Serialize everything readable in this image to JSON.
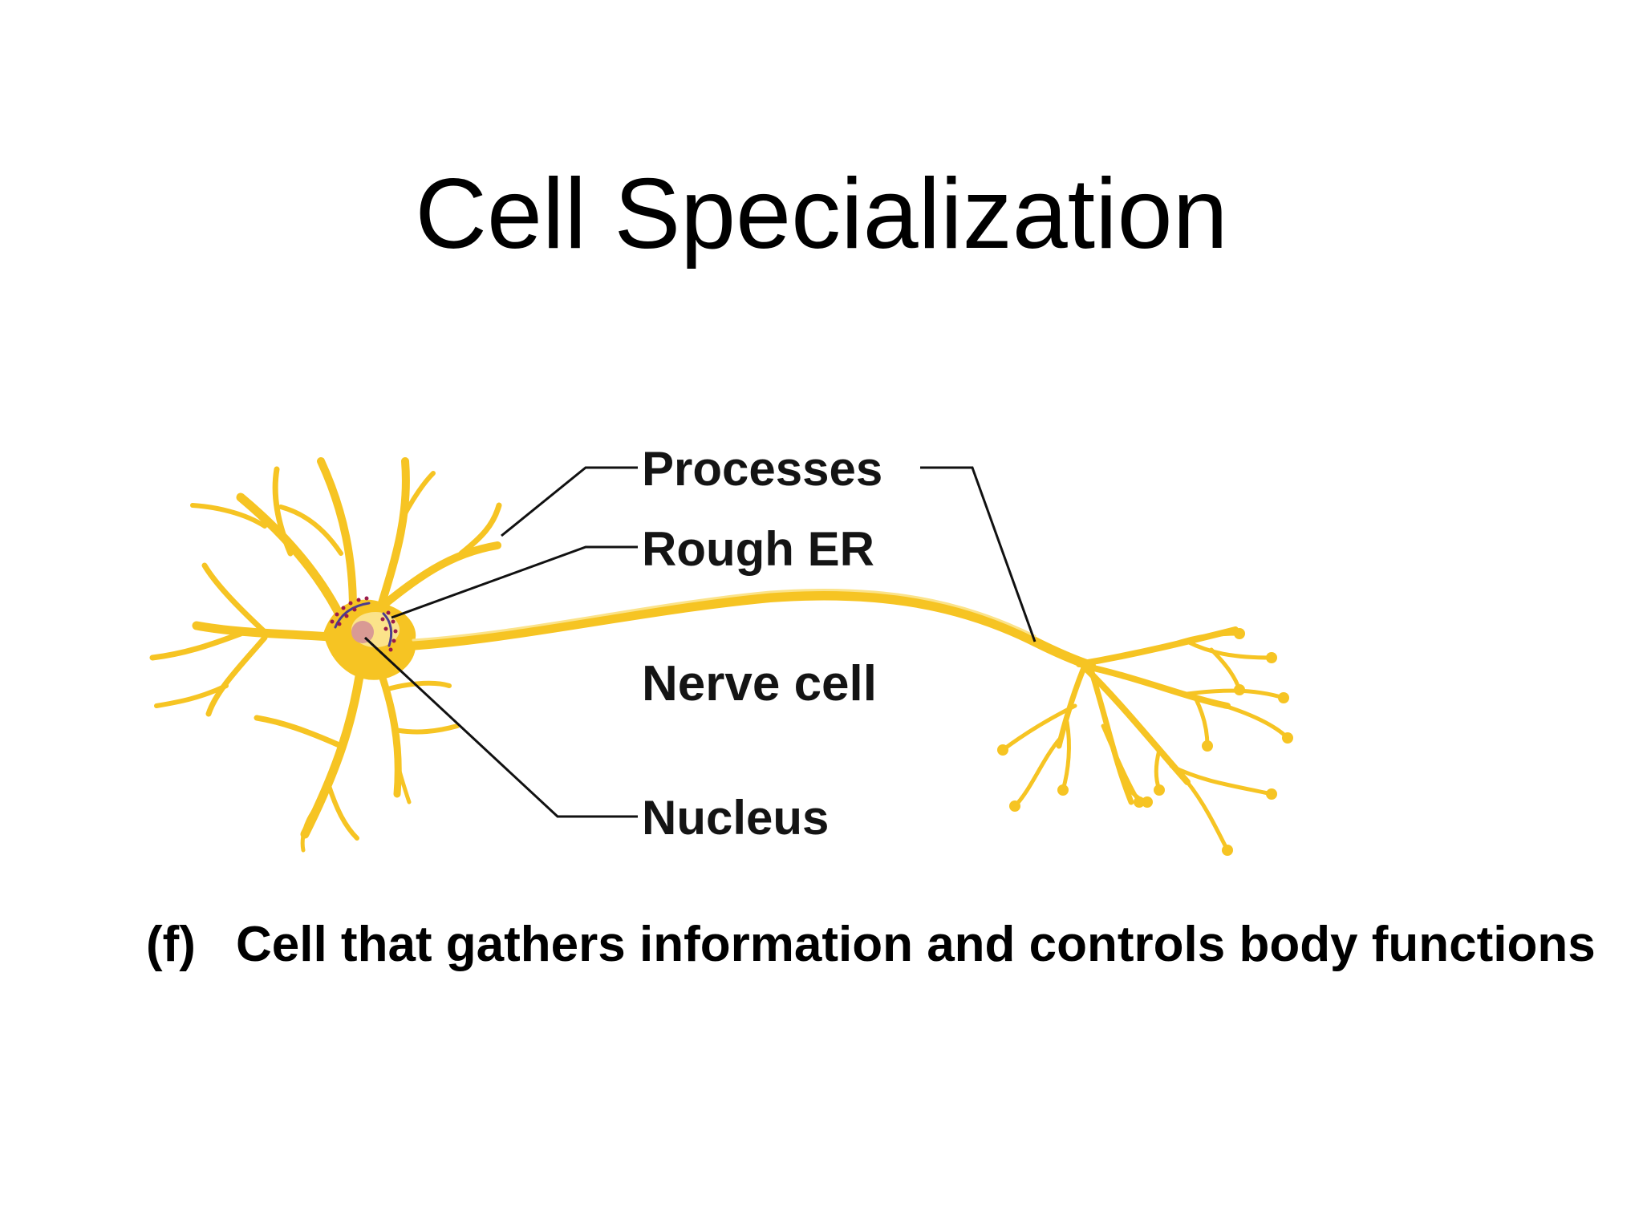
{
  "title": "Cell Specialization",
  "labels": {
    "processes": "Processes",
    "rough_er": "Rough ER",
    "cell_name": "Nerve cell",
    "nucleus": "Nucleus"
  },
  "caption": {
    "marker": "(f)",
    "text": "Cell that gathers information and controls body functions"
  },
  "colors": {
    "cell_fill": "#F6C423",
    "cell_highlight": "#FBE38A",
    "nucleus": "#D99A94",
    "rough_er_dots": "#9B1B4A",
    "rough_er_line": "#4B3C8F",
    "leader_lines": "#111111"
  }
}
